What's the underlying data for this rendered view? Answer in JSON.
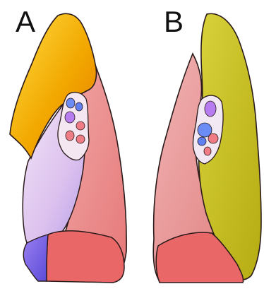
{
  "panels": [
    {
      "label": "A",
      "regions": [
        {
          "name": "upper-lobe",
          "color": "#f2a400"
        },
        {
          "name": "lower-lobe",
          "color": "#ee8b8b"
        },
        {
          "name": "middle-lobe",
          "color": "#dcc3ec"
        },
        {
          "name": "base",
          "color": "#ec6a6a"
        },
        {
          "name": "lingula-blue",
          "color": "#7f6fe2"
        }
      ]
    },
    {
      "label": "B",
      "regions": [
        {
          "name": "upper-lobe",
          "color": "#e49595"
        },
        {
          "name": "lower-lobe",
          "color": "#c9c21b"
        },
        {
          "name": "base",
          "color": "#ec6a6a"
        }
      ]
    }
  ],
  "hilum_colors": {
    "artery": "#b77cf0",
    "vein": "#6b8cf5",
    "bronchus": "#f07c86"
  }
}
